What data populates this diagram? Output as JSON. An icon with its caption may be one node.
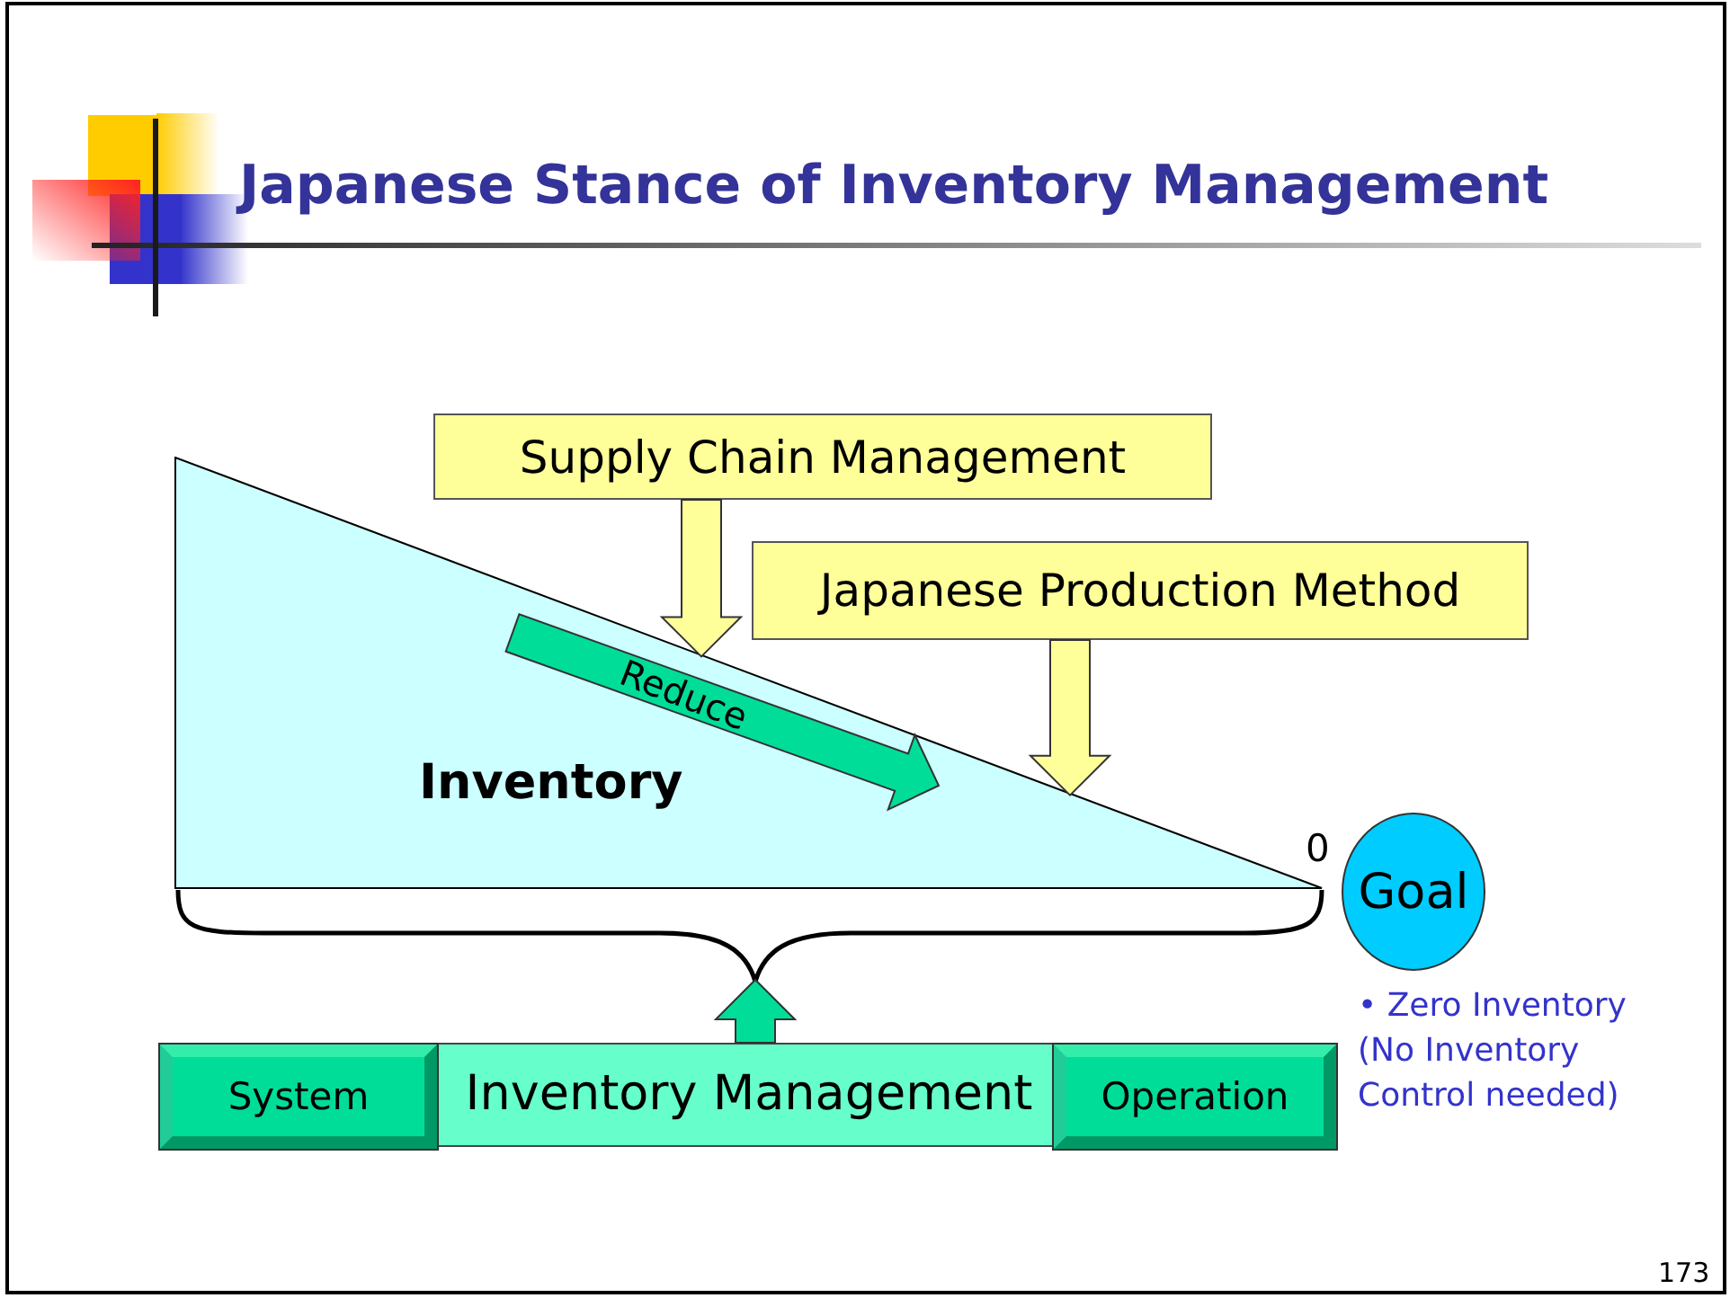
{
  "diagram": {
    "title": "Japanese Stance of Inventory Management",
    "nodes": [
      {
        "text": [
          "Supply Chain Management"
        ]
      },
      {
        "text": [
          "Japanese Production Method"
        ]
      },
      {
        "text": [
          "Inventory"
        ]
      },
      {
        "text": [
          "Goal"
        ],
        "beside": [
          "• Zero Inventory (No Inventory Control needed)"
        ]
      },
      {
        "text": [
          "Inventory Management"
        ]
      },
      {
        "text": [
          "System"
        ],
        "in": 4
      },
      {
        "text": [
          "Operation"
        ],
        "in": 4
      }
    ],
    "edges": [
      {
        "from": 0,
        "to": 2,
        "arrow": "to"
      },
      {
        "from": 1,
        "to": 2,
        "arrow": "to"
      },
      {
        "from": 4,
        "to": 2,
        "arrow": "to",
        "color": "#00dd99"
      }
    ],
    "labels": [
      "Reduce",
      "0",
      "173"
    ]
  }
}
